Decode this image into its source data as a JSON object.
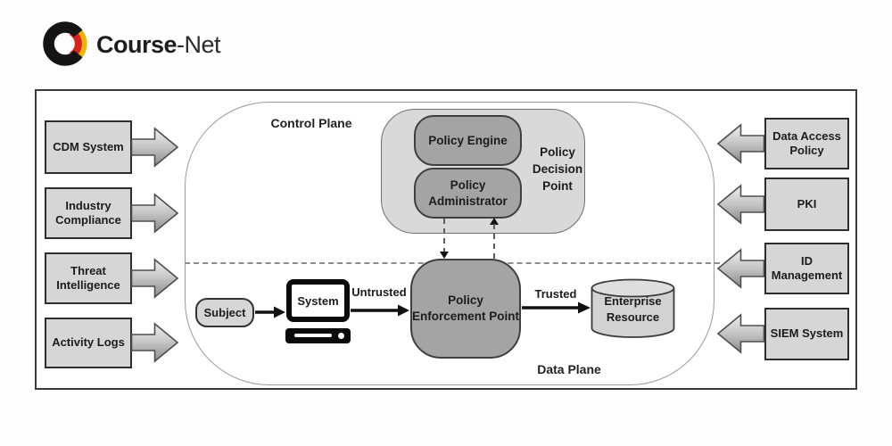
{
  "brand": {
    "name_bold": "Course",
    "name_light": "-Net"
  },
  "colors": {
    "logo_black": "#141414",
    "logo_red": "#d7231d",
    "logo_yellow": "#f2b300",
    "source_box_fill": "#d6d6d6",
    "source_box_border": "#2d2d2d",
    "node_fill": "#a4a4a4",
    "pdp_container_fill": "#d9d9d9",
    "frame_border": "#3a3a3a",
    "arrow_black": "#111111"
  },
  "diagram": {
    "planes": {
      "control": "Control Plane",
      "data": "Data Plane"
    },
    "left_inputs": [
      "CDM System",
      "Industry Compliance",
      "Threat Intelligence",
      "Activity Logs"
    ],
    "right_inputs": [
      "Data Access Policy",
      "PKI",
      "ID Management",
      "SIEM System"
    ],
    "pdp": {
      "label_lines": [
        "Policy",
        "Decision",
        "Point"
      ],
      "engine": "Policy Engine",
      "administrator": "Policy Administrator"
    },
    "pep": {
      "lines": [
        "Policy",
        "Enforcement Point"
      ]
    },
    "flow": {
      "subject": "Subject",
      "system": "System",
      "untrusted": "Untrusted",
      "trusted": "Trusted",
      "resource": "Enterprise Resource"
    }
  }
}
